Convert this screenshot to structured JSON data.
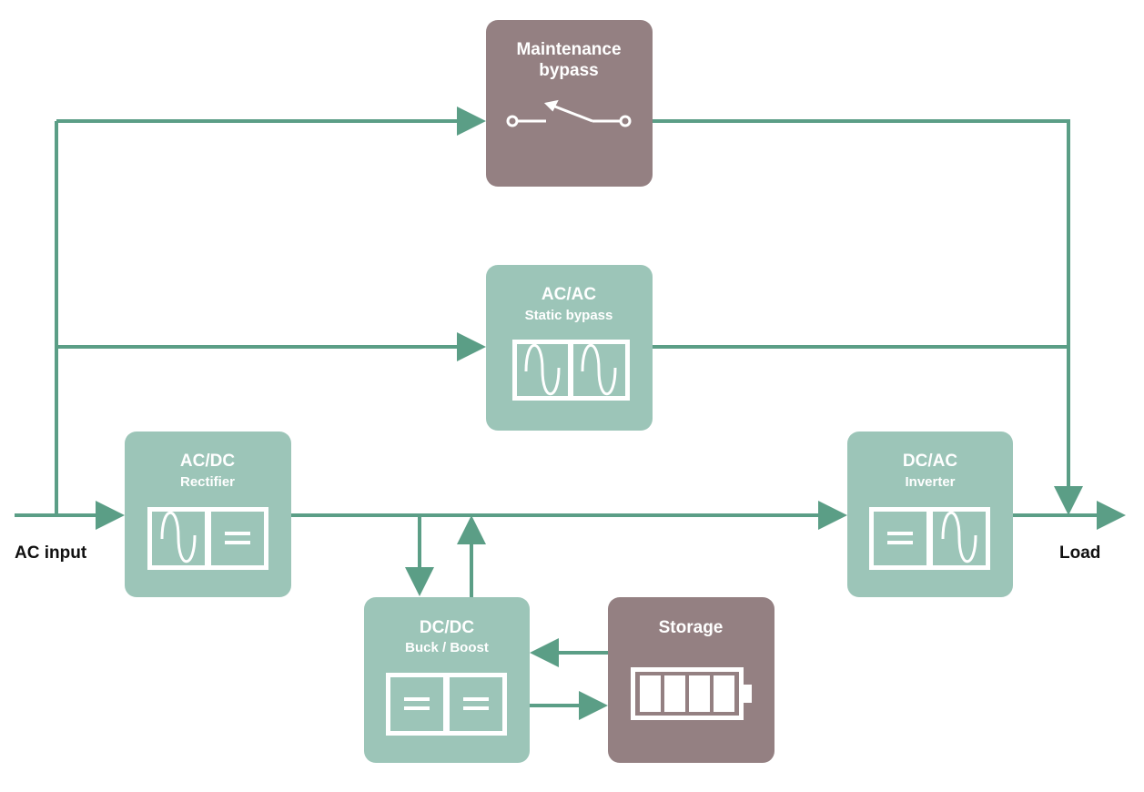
{
  "colors": {
    "flow": "#5b9e86",
    "converter_box": "#9cc5b8",
    "mauve_box": "#948082",
    "panel": "#ffffff"
  },
  "labels": {
    "ac_input": "AC input",
    "load": "Load"
  },
  "blocks": {
    "maintenance_bypass": {
      "title_line1": "Maintenance",
      "title_line2": "bypass",
      "icon": "switch-icon"
    },
    "static_bypass": {
      "title": "AC/AC",
      "subtitle": "Static bypass",
      "icon": "sine-sine-icon"
    },
    "rectifier": {
      "title": "AC/DC",
      "subtitle": "Rectifier",
      "icon": "sine-dc-icon"
    },
    "inverter": {
      "title": "DC/AC",
      "subtitle": "Inverter",
      "icon": "dc-sine-icon"
    },
    "dcdc": {
      "title": "DC/DC",
      "subtitle": "Buck / Boost",
      "icon": "dc-dc-icon"
    },
    "storage": {
      "title": "Storage",
      "icon": "battery-icon"
    }
  }
}
